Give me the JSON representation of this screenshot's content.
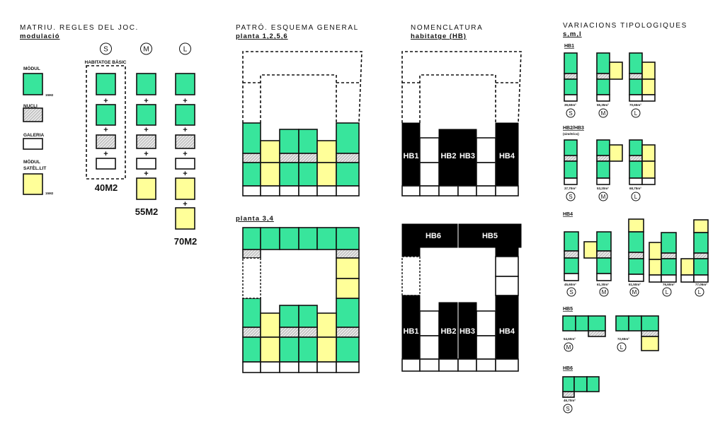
{
  "left": {
    "title": "MATRIU. REGLES DEL JOC.",
    "subtitle": "modulació",
    "legend": [
      {
        "label": "MÒDUL",
        "area": "15M2"
      },
      {
        "label": "NUCLI"
      },
      {
        "label": "GALERIA"
      },
      {
        "label": "MÒDUL",
        "label2": "SATÈL.LIT",
        "area": "15M2"
      }
    ],
    "sizes": [
      {
        "letter": "S",
        "header": "HABITATGE BÀSIC",
        "total": "40M2"
      },
      {
        "letter": "M",
        "total": "55M2"
      },
      {
        "letter": "L",
        "total": "70M2"
      }
    ],
    "plus": "+"
  },
  "center": {
    "title": "PATRÓ. ESQUEMA GENERAL",
    "plan_a": "planta 1,2,5,6",
    "plan_b": "planta 3,4"
  },
  "nomenclature": {
    "title": "NOMENCLATURA",
    "subtitle": "habitatge (HB)",
    "units_a": [
      "HB1",
      "HB2",
      "HB3",
      "HB4"
    ],
    "units_b": [
      "HB6",
      "HB5",
      "HB1",
      "HB2",
      "HB3",
      "HB4"
    ]
  },
  "variations": {
    "title": "VARIACIONS TIPOLOGIQUES",
    "subtitle": "s,m,l",
    "groups": [
      {
        "name": "HB1",
        "items": [
          {
            "area": "39,60m²",
            "size": "S"
          },
          {
            "area": "55,35m²",
            "size": "M"
          },
          {
            "area": "70,65m²",
            "size": "L"
          }
        ]
      },
      {
        "name": "HB2/HB3",
        "note": "(simètrics)",
        "items": [
          {
            "area": "37,70m²",
            "size": "S"
          },
          {
            "area": "53,20m²",
            "size": "M"
          },
          {
            "area": "68,75m²",
            "size": "L"
          }
        ]
      },
      {
        "name": "HB4",
        "items": [
          {
            "area": "45,60m²",
            "size": "S"
          },
          {
            "area": "61,30m²",
            "size": "M"
          },
          {
            "area": "61,50m²",
            "size": "M"
          },
          {
            "area": "76,60m²",
            "size": "L"
          },
          {
            "area": "77,05m²",
            "size": "L"
          }
        ]
      },
      {
        "name": "HB5",
        "items": [
          {
            "area": "54,60m²",
            "size": "M"
          },
          {
            "area": "72,65m²",
            "size": "L"
          }
        ]
      },
      {
        "name": "HB6",
        "items": [
          {
            "area": "46,70m²",
            "size": "S"
          }
        ]
      }
    ]
  },
  "colors": {
    "module": "#38e59c",
    "satellite": "#ffff99",
    "unit": "#000000"
  }
}
